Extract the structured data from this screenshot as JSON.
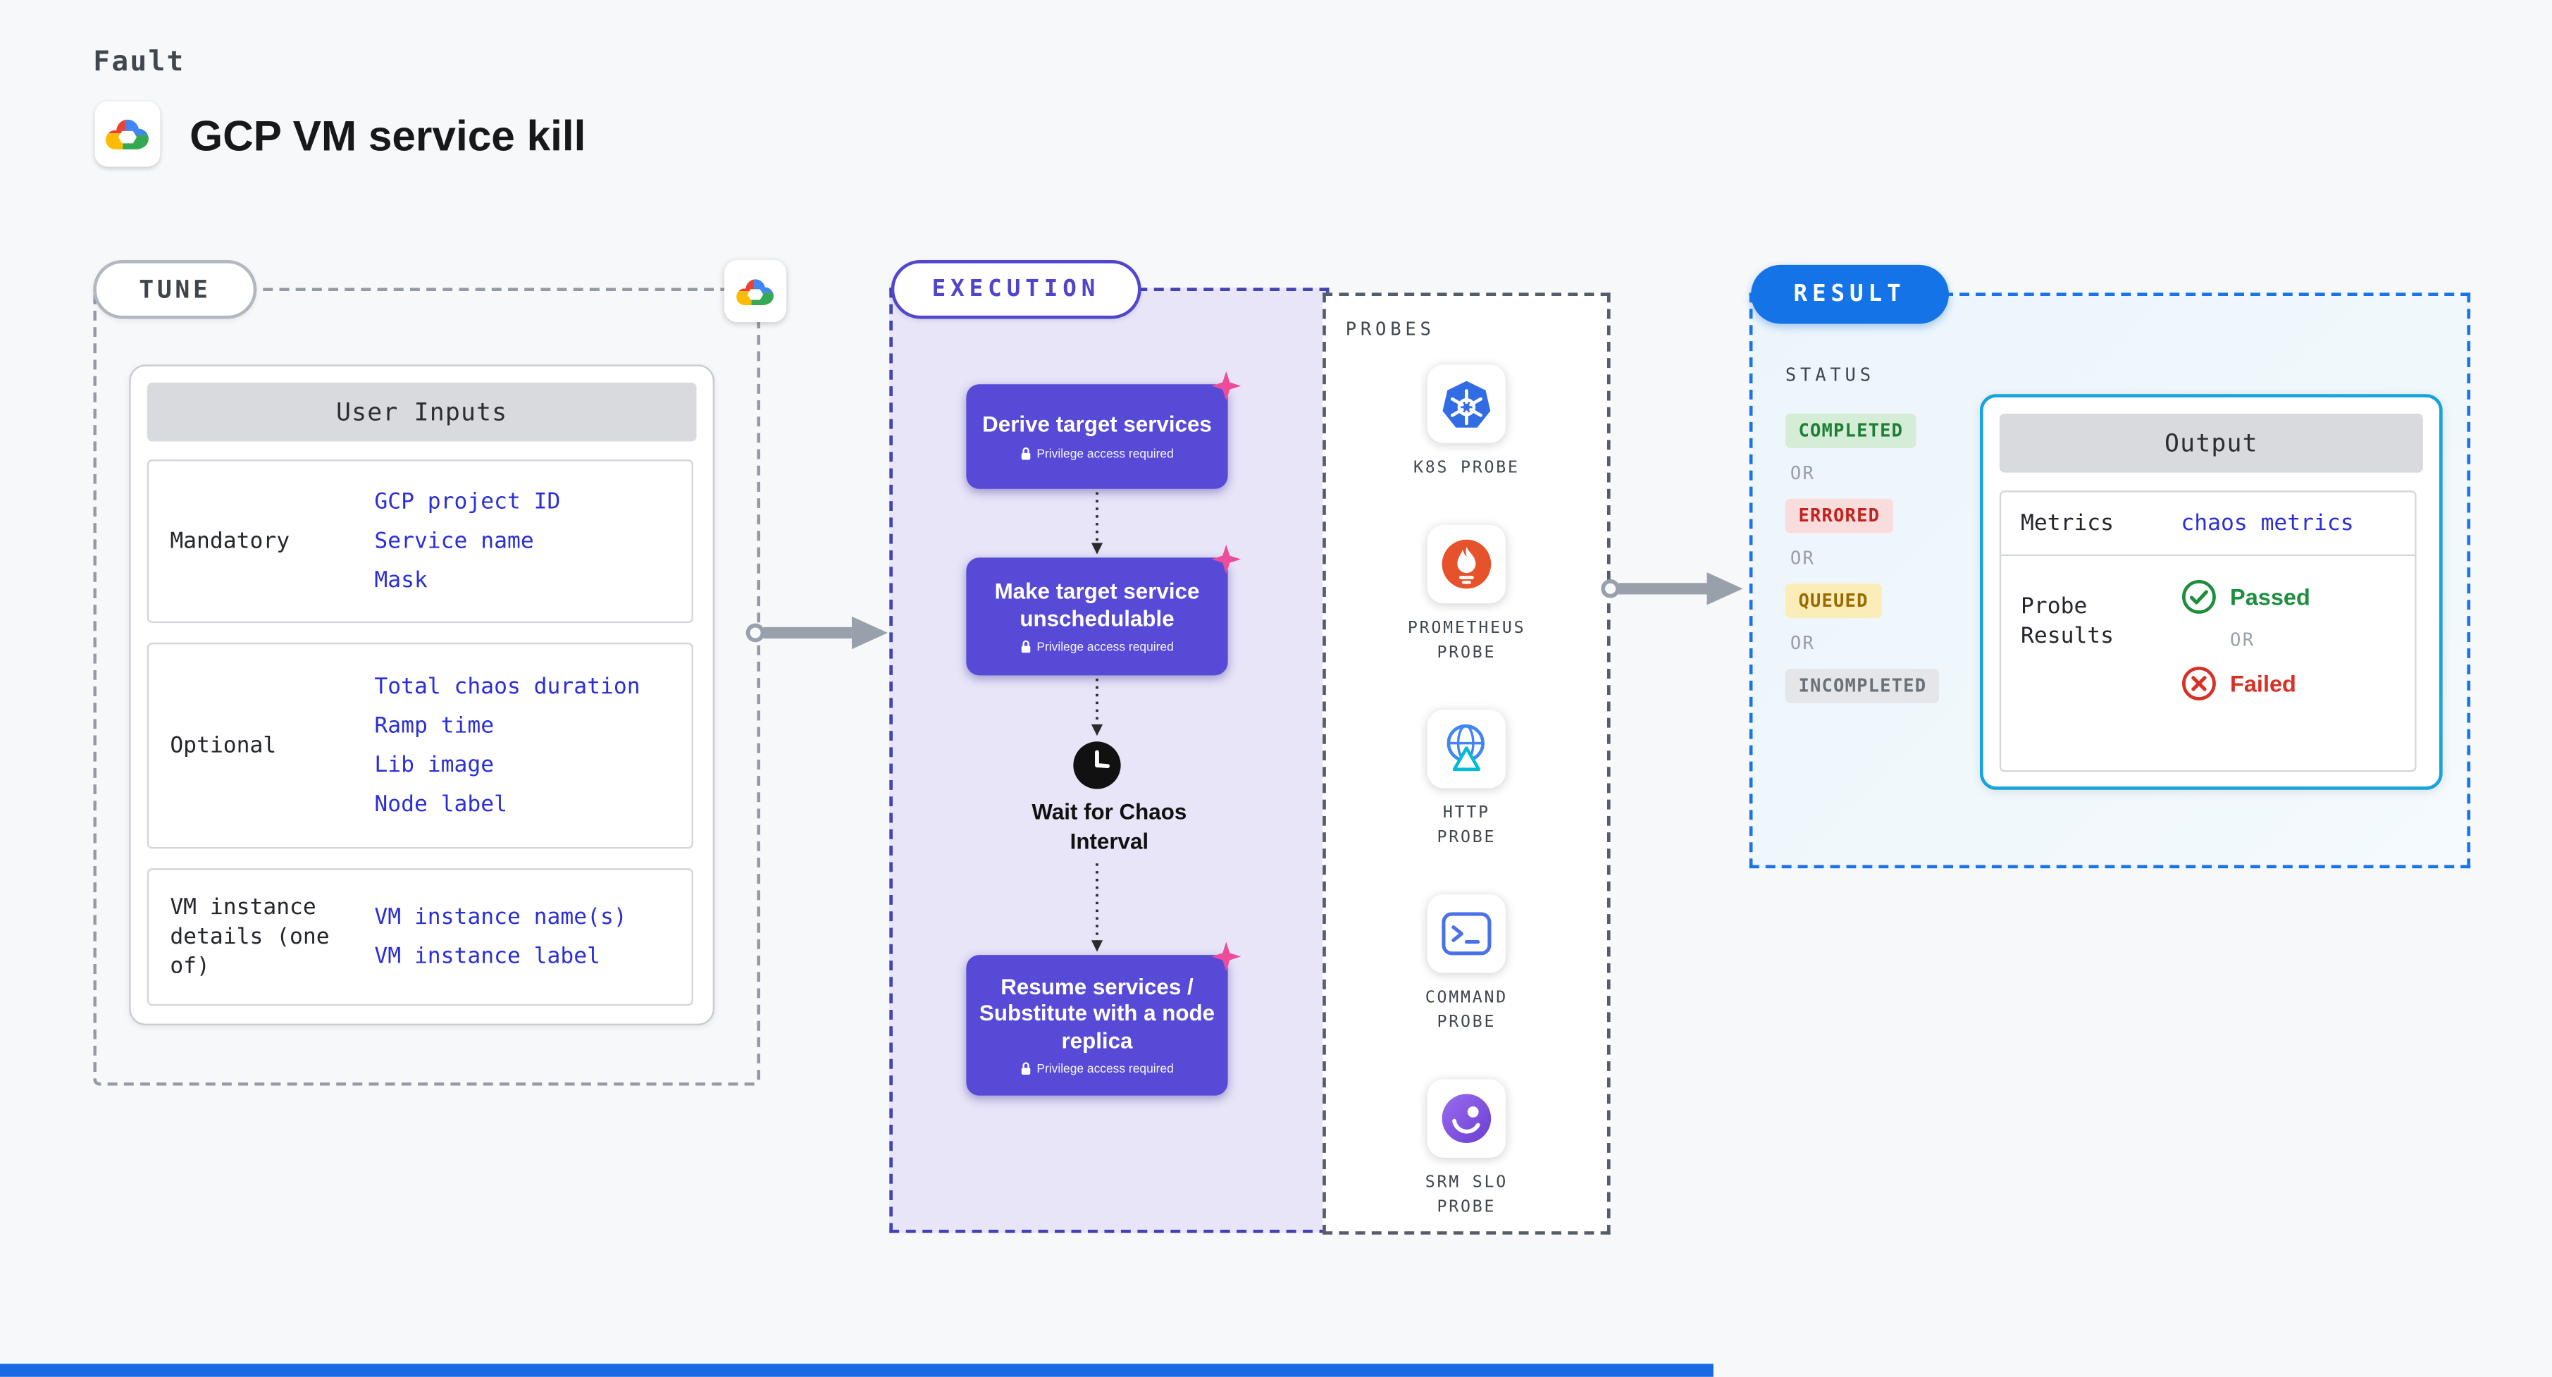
{
  "page": {
    "kicker": "Fault",
    "title": "GCP VM service kill"
  },
  "tune": {
    "pill": "TUNE",
    "card_title": "User Inputs",
    "rows": [
      {
        "label": "Mandatory",
        "values": [
          "GCP project ID",
          "Service name",
          "Mask"
        ]
      },
      {
        "label": "Optional",
        "values": [
          "Total chaos duration",
          "Ramp time",
          "Lib image",
          "Node label"
        ]
      },
      {
        "label": "VM instance details (one of)",
        "values": [
          "VM instance name(s)",
          "VM instance label"
        ]
      }
    ]
  },
  "execution": {
    "pill": "EXECUTION",
    "steps": [
      {
        "label": "Derive target services",
        "badge": "Privilege access required"
      },
      {
        "label": "Make target service unschedulable",
        "badge": "Privilege access required"
      },
      {
        "label": "Wait for Chaos Interval"
      },
      {
        "label": "Resume services / Substitute with a node replica",
        "badge": "Privilege access required"
      }
    ]
  },
  "probes": {
    "title": "PROBES",
    "items": [
      {
        "label": "K8S PROBE",
        "icon": "kubernetes-icon"
      },
      {
        "label": "PROMETHEUS PROBE",
        "icon": "prometheus-icon"
      },
      {
        "label": "HTTP PROBE",
        "icon": "http-globe-icon"
      },
      {
        "label": "COMMAND PROBE",
        "icon": "command-terminal-icon"
      },
      {
        "label": "SRM SLO PROBE",
        "icon": "srm-slo-icon"
      }
    ]
  },
  "result": {
    "pill": "RESULT",
    "status_label": "STATUS",
    "or_label": "OR",
    "statuses": [
      {
        "label": "COMPLETED",
        "type": "success"
      },
      {
        "label": "ERRORED",
        "type": "error"
      },
      {
        "label": "QUEUED",
        "type": "warning"
      },
      {
        "label": "INCOMPLETED",
        "type": "muted"
      }
    ],
    "output": {
      "title": "Output",
      "metrics_label": "Metrics",
      "metrics_value": "chaos metrics",
      "probe_results_label": "Probe Results",
      "passed_label": "Passed",
      "failed_label": "Failed"
    }
  },
  "colors": {
    "accent_purple": "#574ad7",
    "accent_blue": "#1473e6",
    "link_blue": "#2b2fd6",
    "success_green": "#1e8e3e",
    "error_red": "#d93025",
    "queued_yellow": "#996a00",
    "probe_pink": "#ed4c9b"
  }
}
